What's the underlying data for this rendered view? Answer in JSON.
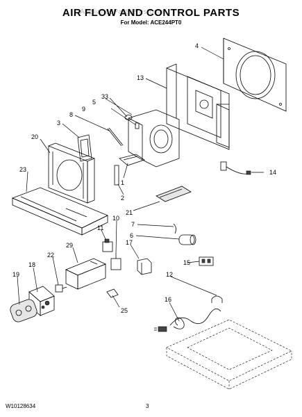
{
  "header": {
    "title": "AIR FLOW AND CONTROL PARTS",
    "subtitle": "For Model: ACE244PT0",
    "watermark": "AppliancePartsPros.com"
  },
  "footer": {
    "doc_number": "W10128634",
    "page_number": "3"
  },
  "callouts": {
    "c1": "1",
    "c2": "2",
    "c3": "3",
    "c4": "4",
    "c5": "5",
    "c6": "6",
    "c7": "7",
    "c8": "8",
    "c9": "9",
    "c10": "10",
    "c11": "11",
    "c12": "12",
    "c13": "13",
    "c14": "14",
    "c15": "15",
    "c16": "16",
    "c17": "17",
    "c18": "18",
    "c19": "19",
    "c20": "20",
    "c21": "21",
    "c22": "22",
    "c23": "23",
    "c25": "25",
    "c29": "29",
    "c33": "33"
  }
}
